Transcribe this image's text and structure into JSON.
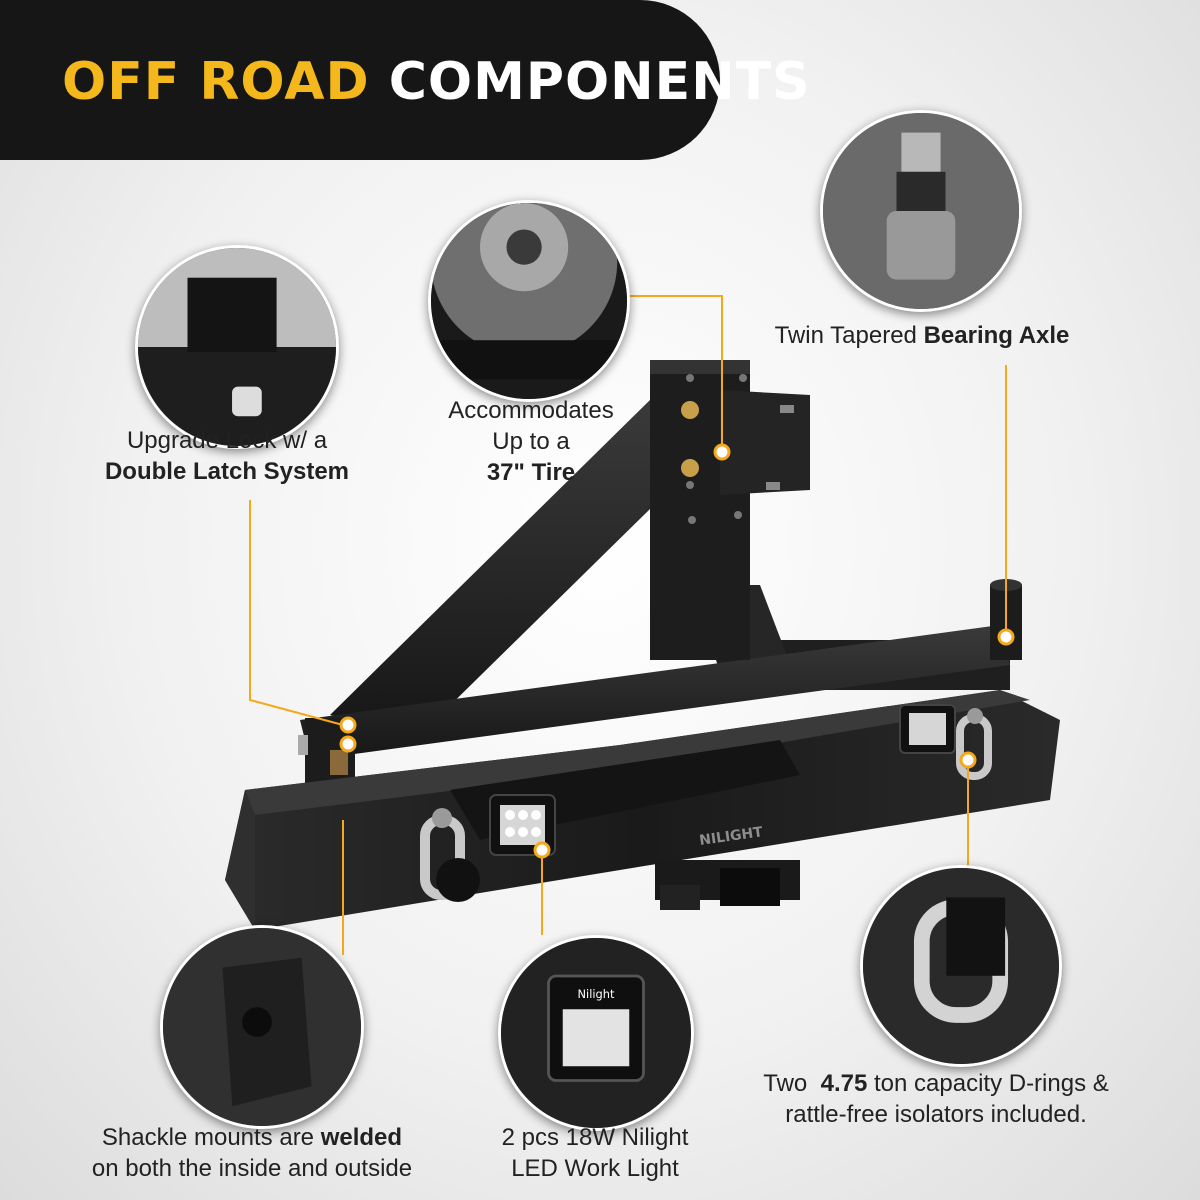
{
  "header": {
    "title_accent": "OFF ROAD",
    "title_main": "COMPONENTS"
  },
  "colors": {
    "accent": "#f5b81c",
    "banner": "#161616",
    "steel": "#1e1e1e",
    "leader": "#f5a81c"
  },
  "callouts": {
    "latch": {
      "line1": "Upgrade Lock w/ a",
      "line2_bold": "Double Latch System"
    },
    "tire": {
      "line1": "Accommodates",
      "line2": "Up to a",
      "line3_bold": "37\" Tire"
    },
    "axle": {
      "normal": "Twin Tapered ",
      "bold": "Bearing Axle"
    },
    "mounts": {
      "line1_normal": "Shackle mounts are ",
      "line1_bold": "welded",
      "line2": "on both the inside and outside"
    },
    "light": {
      "line1": "2 pcs 18W Nilight",
      "line2": "LED Work Light"
    },
    "drings": {
      "line1_normal": "Two  ",
      "line1_bold": "4.75",
      "line1_rest": " ton capacity D-rings &",
      "line2": "rattle-free isolators included."
    }
  },
  "product": {
    "logo_text": "NILIGHT",
    "light_label": "Nilight"
  }
}
